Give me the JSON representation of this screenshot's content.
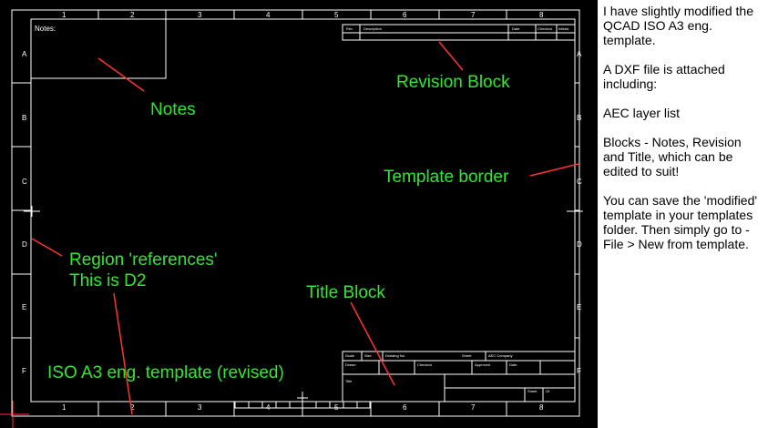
{
  "drawing": {
    "column_refs": [
      "1",
      "2",
      "3",
      "4",
      "5",
      "6",
      "7",
      "8"
    ],
    "row_refs": [
      "A",
      "B",
      "C",
      "D",
      "E",
      "F"
    ],
    "notes_label": "Notes:",
    "revision_block": {
      "headers": [
        "Rev",
        "Description",
        "Date",
        "Checked",
        "Initials"
      ]
    },
    "title_block": {
      "row1": [
        "Scale",
        "Size",
        "Drawing No.",
        "Sheet",
        "AEC Company"
      ],
      "row2": [
        "Drawn",
        "Checked",
        "Approved",
        "Date"
      ],
      "title_label": "Title",
      "bottom": [
        "Sheet",
        "Of"
      ]
    },
    "annotations": {
      "notes": "Notes",
      "revision_block": "Revision Block",
      "template_border": "Template border",
      "region_refs_line1": "Region 'references'",
      "region_refs_line2": "This is D2",
      "title_block": "Title Block",
      "template_name": "ISO A3 eng. template (revised)"
    },
    "colors": {
      "background": "#000000",
      "lines": "#ffffff",
      "annotation_text": "#33e633",
      "arrows": "#ff3333"
    }
  },
  "side_panel": {
    "paragraphs": [
      "I have slightly modified the QCAD ISO A3 eng. template.",
      "A DXF file is attached including:",
      "AEC layer list",
      "Blocks - Notes, Revision and Title, which can be edited to suit!",
      "You can save the 'modified' template in your templates folder. Then simply go to - File > New from template."
    ]
  }
}
